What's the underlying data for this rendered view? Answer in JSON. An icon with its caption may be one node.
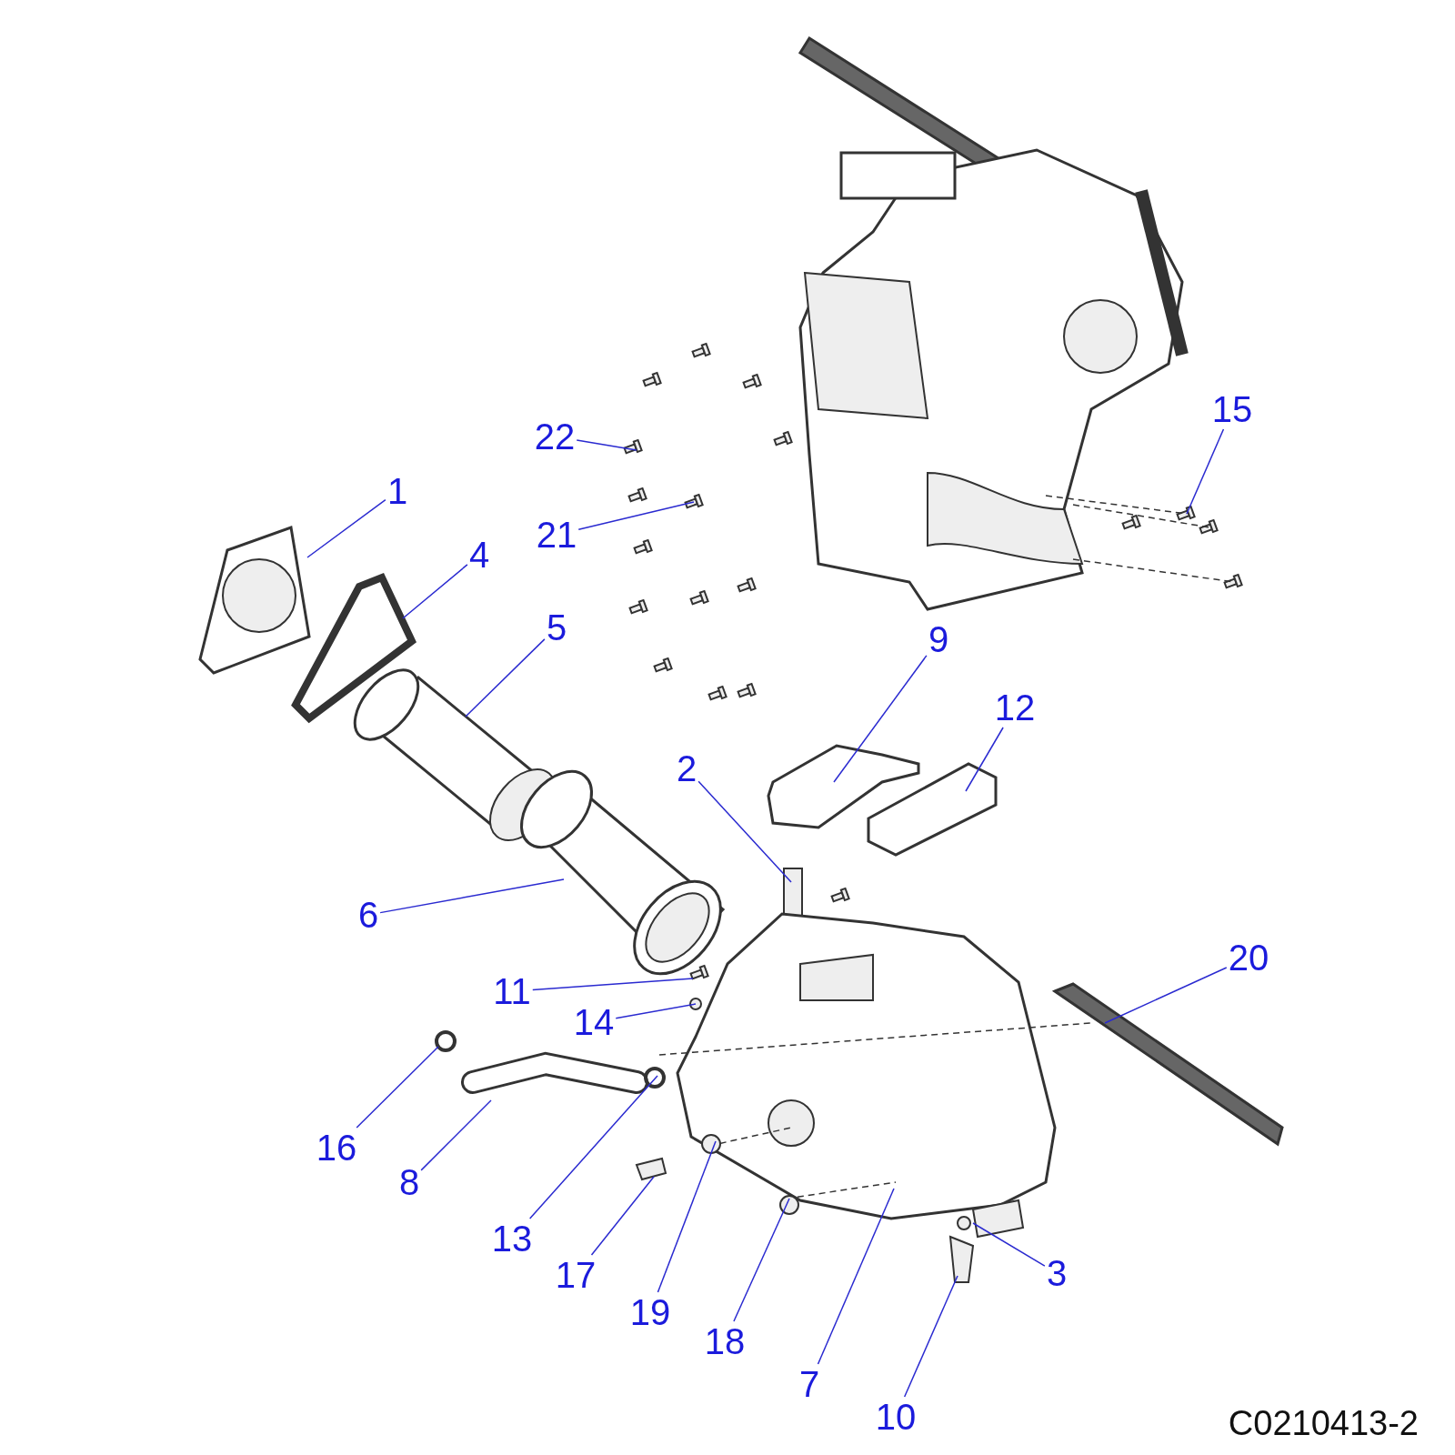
{
  "diagram": {
    "nodes": [
      {
        "text": [
          "15"
        ]
      },
      {
        "text": [
          "22"
        ]
      },
      {
        "text": [
          "1"
        ]
      },
      {
        "text": [
          "21"
        ]
      },
      {
        "text": [
          "4"
        ]
      },
      {
        "text": [
          "5"
        ]
      },
      {
        "text": [
          "9"
        ]
      },
      {
        "text": [
          "12"
        ]
      },
      {
        "text": [
          "2"
        ]
      },
      {
        "text": [
          "6"
        ]
      },
      {
        "text": [
          "20"
        ]
      },
      {
        "text": [
          "11"
        ]
      },
      {
        "text": [
          "14"
        ]
      },
      {
        "text": [
          "16"
        ]
      },
      {
        "text": [
          "8"
        ]
      },
      {
        "text": [
          "3"
        ]
      },
      {
        "text": [
          "13"
        ]
      },
      {
        "text": [
          "17"
        ]
      },
      {
        "text": [
          "19"
        ]
      },
      {
        "text": [
          "18"
        ]
      },
      {
        "text": [
          "7"
        ]
      },
      {
        "text": [
          "10"
        ]
      }
    ],
    "edges": [
      {
        "from": 0,
        "to": null,
        "arrow": "none"
      },
      {
        "from": 1,
        "to": null,
        "arrow": "none"
      },
      {
        "from": 2,
        "to": null,
        "arrow": "none"
      },
      {
        "from": 3,
        "to": null,
        "arrow": "none"
      },
      {
        "from": 4,
        "to": null,
        "arrow": "none"
      },
      {
        "from": 5,
        "to": null,
        "arrow": "none"
      },
      {
        "from": 6,
        "to": null,
        "arrow": "none"
      },
      {
        "from": 7,
        "to": null,
        "arrow": "none"
      },
      {
        "from": 8,
        "to": null,
        "arrow": "none"
      },
      {
        "from": 9,
        "to": null,
        "arrow": "none"
      },
      {
        "from": 10,
        "to": null,
        "arrow": "none"
      },
      {
        "from": 11,
        "to": null,
        "arrow": "none"
      },
      {
        "from": 12,
        "to": null,
        "arrow": "none"
      },
      {
        "from": 13,
        "to": null,
        "arrow": "none"
      },
      {
        "from": 14,
        "to": null,
        "arrow": "none"
      },
      {
        "from": 15,
        "to": null,
        "arrow": "none"
      },
      {
        "from": 16,
        "to": null,
        "arrow": "none"
      },
      {
        "from": 17,
        "to": null,
        "arrow": "none"
      },
      {
        "from": 18,
        "to": null,
        "arrow": "none"
      },
      {
        "from": 19,
        "to": null,
        "arrow": "none"
      },
      {
        "from": 20,
        "to": null,
        "arrow": "none"
      },
      {
        "from": 21,
        "to": null,
        "arrow": "none"
      }
    ],
    "labels": [
      "C0210413-2"
    ]
  }
}
